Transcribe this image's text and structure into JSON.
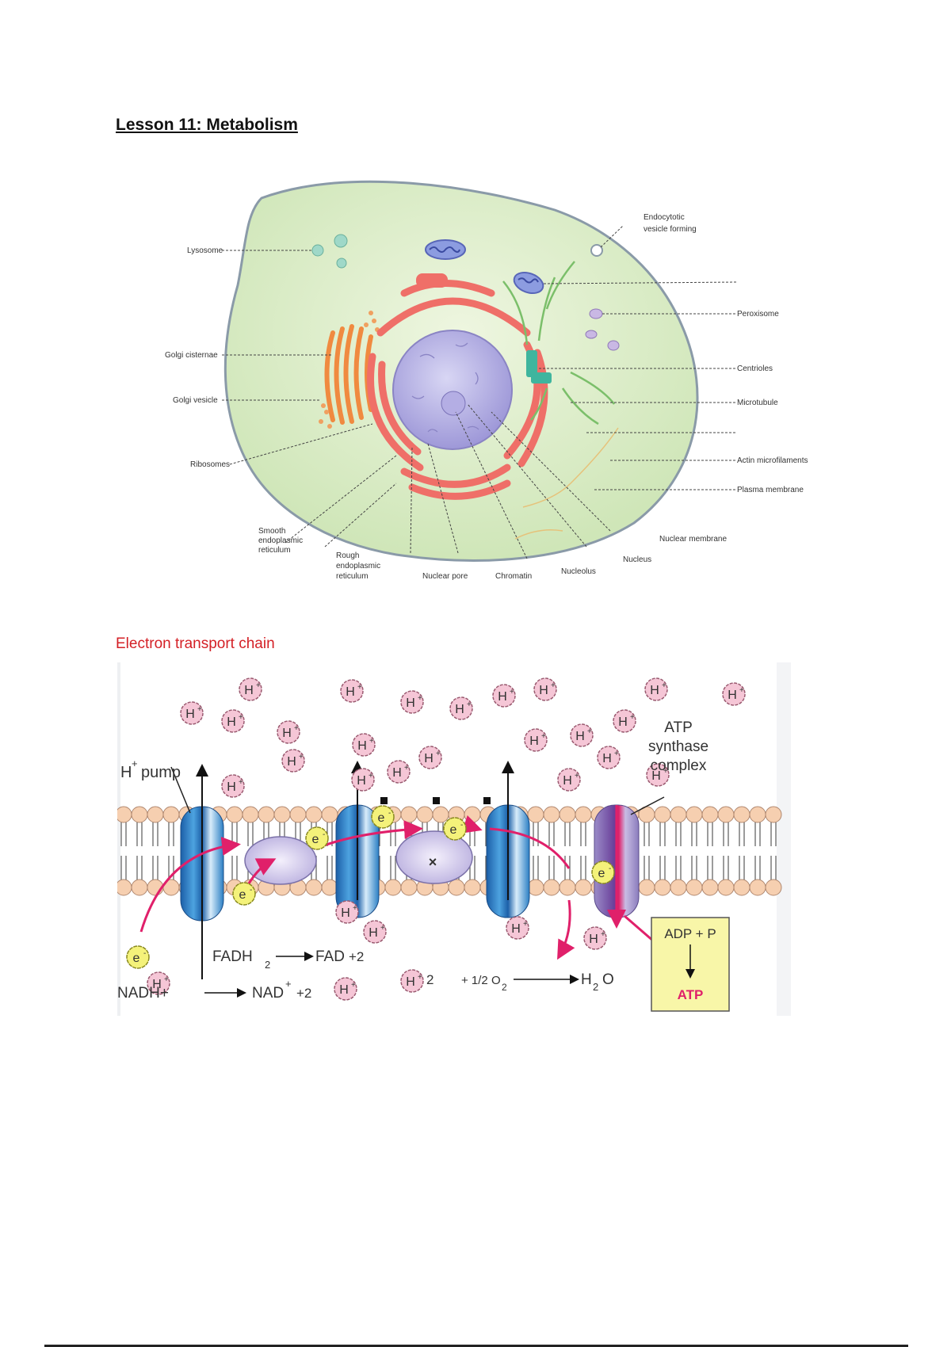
{
  "page": {
    "title": "Lesson 11: Metabolism"
  },
  "cell_diagram": {
    "labels": {
      "lysosome": "Lysosome",
      "golgi_cisternae": "Golgi cisternae",
      "golgi_vesicle": "Golgi vesicle",
      "ribosomes": "Ribosomes",
      "smooth_er_1": "Smooth",
      "smooth_er_2": "endoplasmic",
      "smooth_er_3": "reticulum",
      "rough_er_1": "Rough",
      "rough_er_2": "endoplasmic",
      "rough_er_3": "reticulum",
      "nuclear_pore": "Nuclear pore",
      "chromatin": "Chromatin",
      "nucleolus": "Nucleolus",
      "nucleus": "Nucleus",
      "nuclear_membrane": "Nuclear membrane",
      "endocytotic_1": "Endocytotic",
      "endocytotic_2": "vesicle forming",
      "peroxisome": "Peroxisome",
      "centrioles": "Centrioles",
      "microtubule": "Microtubule",
      "actin": "Actin microfilaments",
      "plasma_membrane": "Plasma membrane"
    }
  },
  "etc": {
    "section_title": "Electron transport chain",
    "proton": "H",
    "proton_charge": "+",
    "electron": "e",
    "electron_charge": "-",
    "pump_label": "H",
    "pump_label_sup": "+",
    "pump_label_rest": "pump",
    "atp_synthase_1": "ATP",
    "atp_synthase_2": "synthase",
    "atp_synthase_3": "complex",
    "fadh2": "FADH",
    "fadh2_sub": "2",
    "fad": "FAD",
    "plus_two": "+2",
    "nadh": "NADH+",
    "nad": "NAD",
    "nad_sup": "+",
    "two": "2",
    "half_o2": "+ 1/2 O",
    "o2_sub": "2",
    "h2o_h": "H",
    "h2o_sub": "2",
    "h2o_o": "O",
    "adp_p": "ADP + P",
    "atp": "ATP",
    "inhibitor_mark": "×",
    "colors": {
      "title_red": "#d42026",
      "proton_fill": "#f5c6d6",
      "electron_fill": "#f4f27a",
      "arrow_pink": "#e0206a",
      "pump_blue": "#2b7fc4",
      "atp_box": "#f8f6a8"
    }
  }
}
